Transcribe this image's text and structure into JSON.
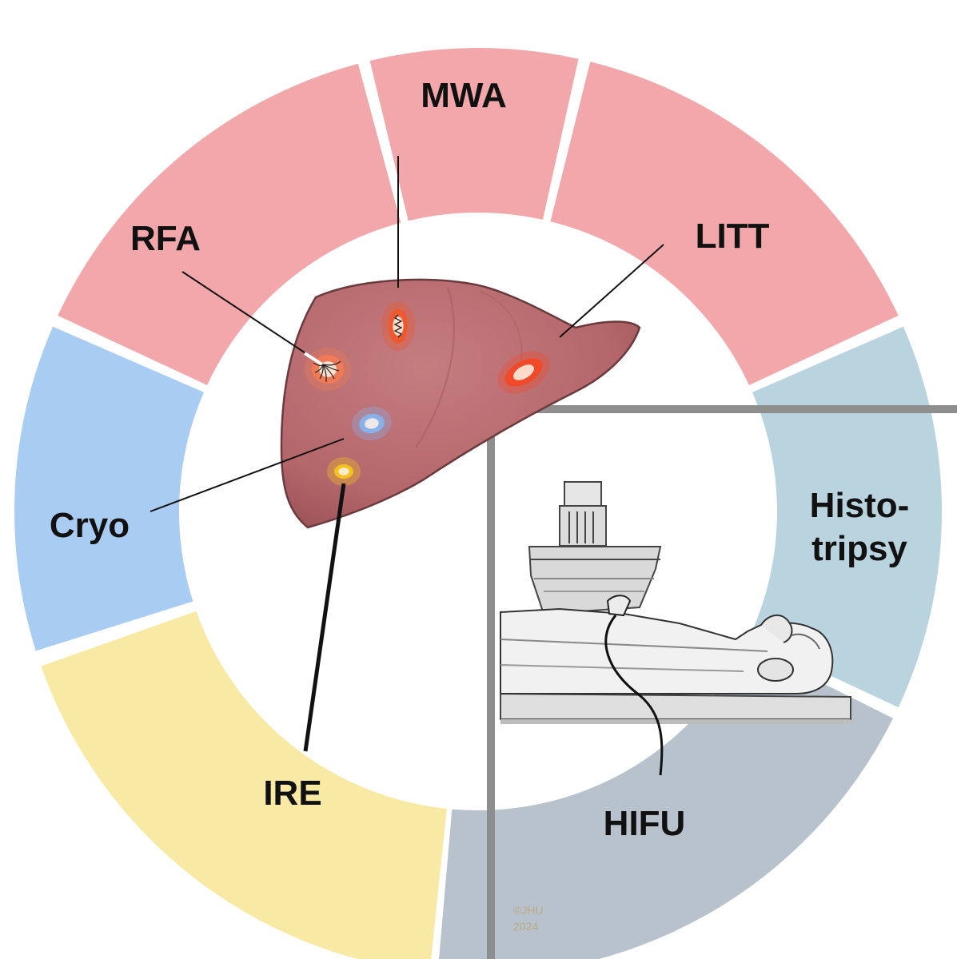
{
  "segments": [
    {
      "id": "rfa",
      "label": "RFA",
      "color": "#f2a7aa"
    },
    {
      "id": "mwa",
      "label": "MWA",
      "color": "#f2a7aa"
    },
    {
      "id": "litt",
      "label": "LITT",
      "color": "#f2a7aa"
    },
    {
      "id": "cryo",
      "label": "Cryo",
      "color": "#a9ccf2"
    },
    {
      "id": "ire",
      "label": "IRE",
      "color": "#f8e9a4"
    },
    {
      "id": "histotripsy",
      "label_lines": [
        "Histo-",
        "tripsy"
      ],
      "color": "#b9d3df"
    },
    {
      "id": "hifu",
      "label": "HIFU",
      "color": "#b8c2cc"
    }
  ],
  "organ": {
    "name": "liver",
    "color": "#b4676b"
  },
  "lesion_colors": {
    "rfa": "#f07a55",
    "mwa": "#ee5a2f",
    "litt": "#f04a2a",
    "cryo": "#8ab0e8",
    "ire": "#f4c21f"
  },
  "copyright": {
    "line1": "©JHU",
    "line2": "2024"
  }
}
